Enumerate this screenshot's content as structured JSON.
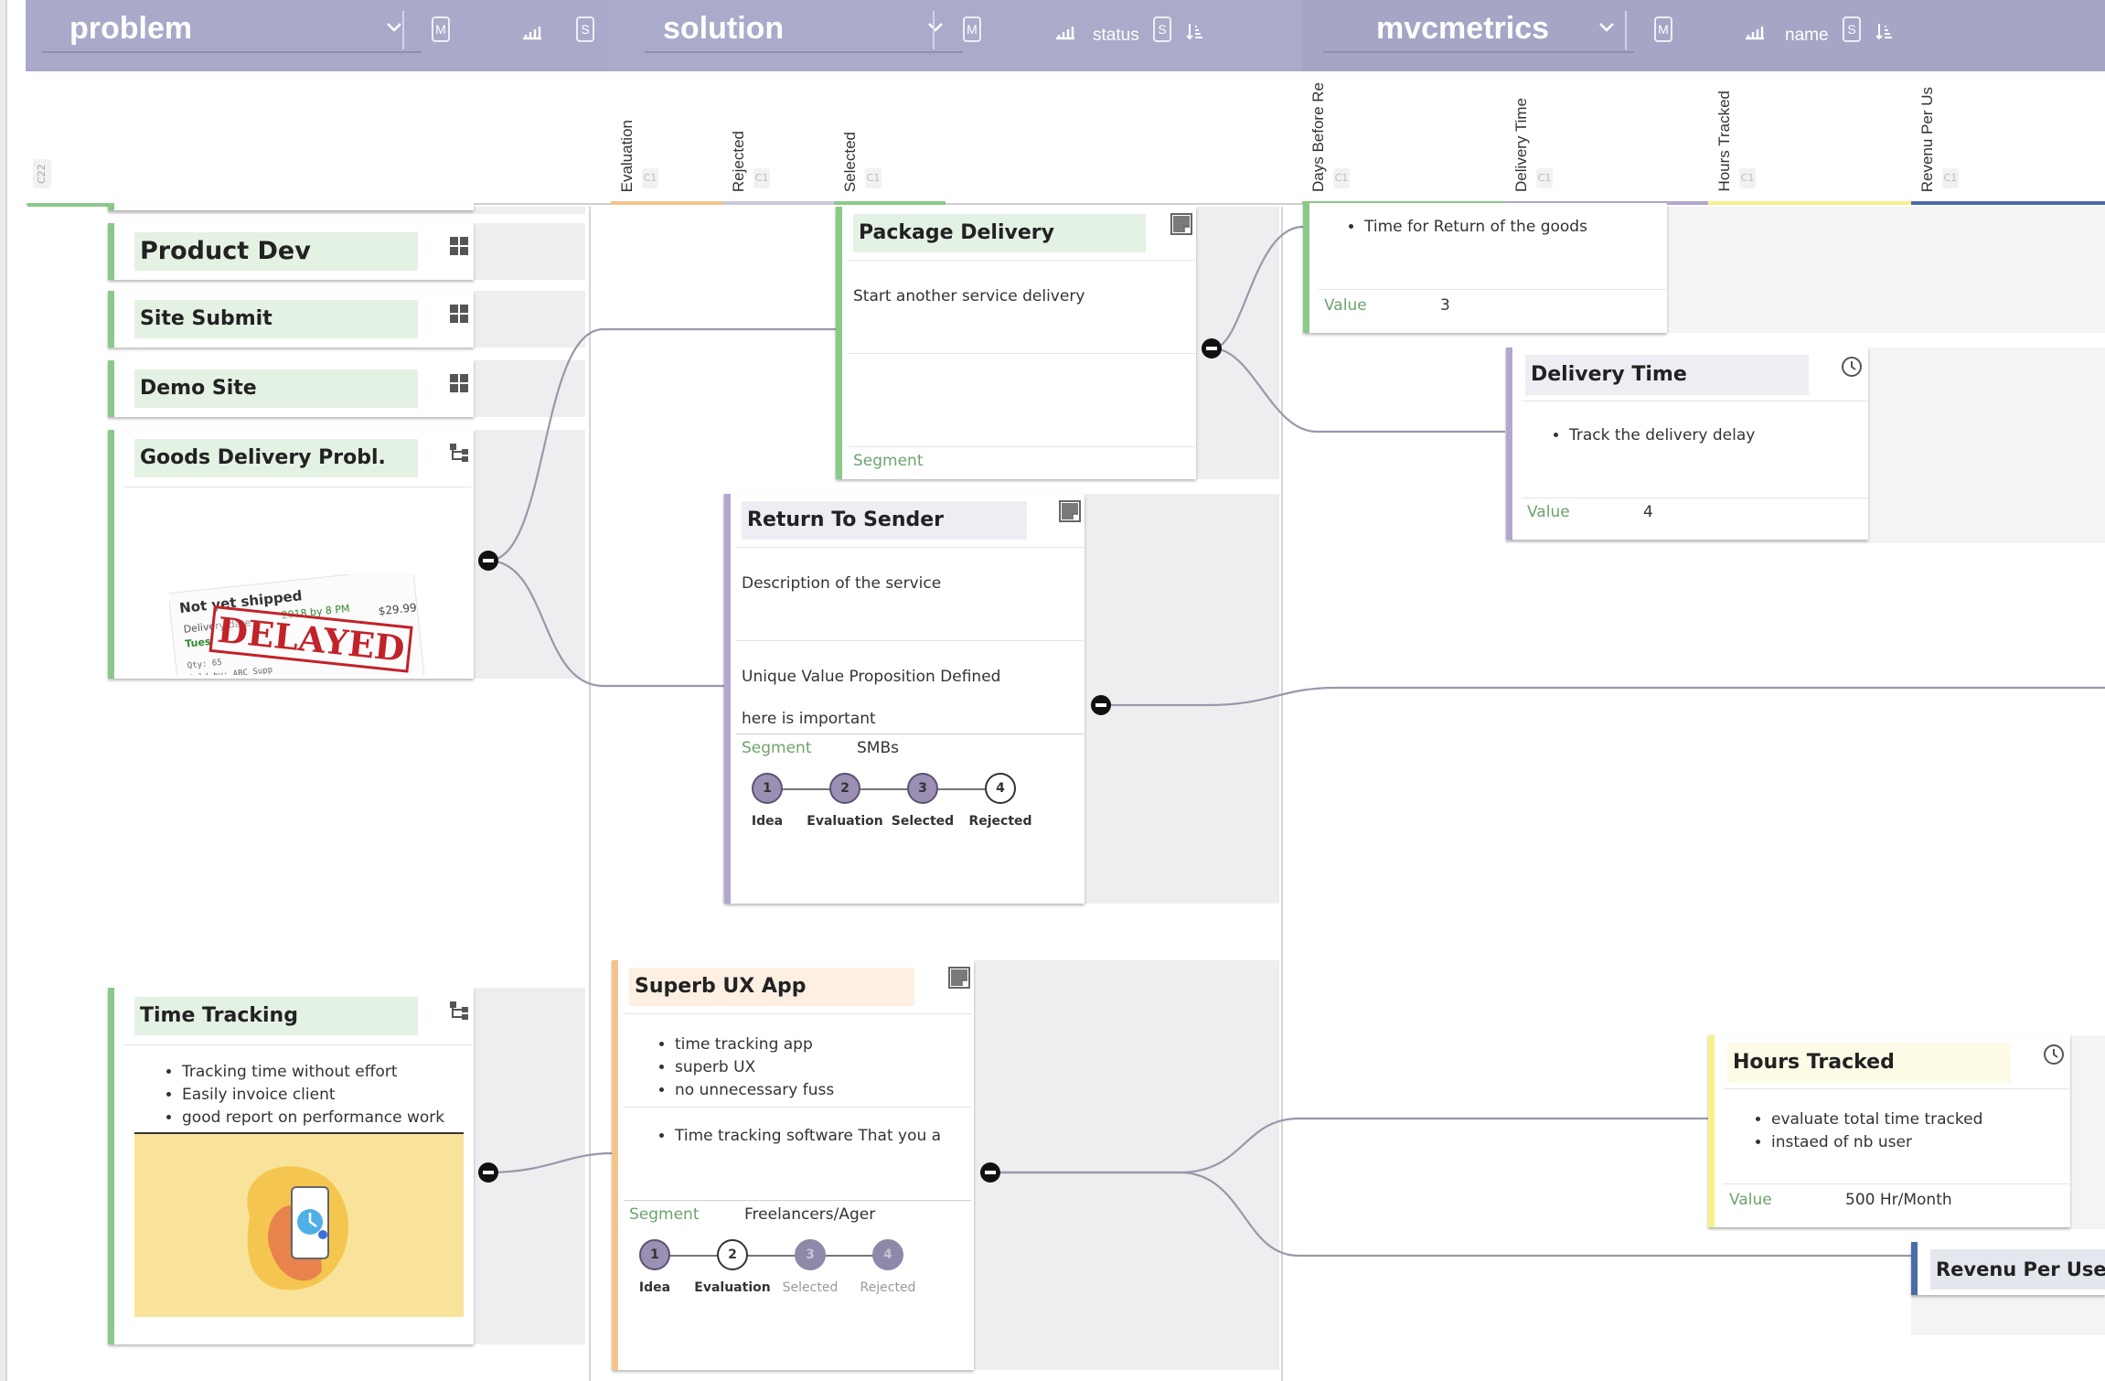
{
  "columns": [
    {
      "name": "problem",
      "buttons": [
        "M",
        "S"
      ]
    },
    {
      "name": "solution",
      "buttons": [
        "M",
        "S"
      ],
      "sort_label": "status"
    },
    {
      "name": "mvcmetrics",
      "buttons": [
        "M",
        "S"
      ],
      "sort_label": "name"
    }
  ],
  "problem_count": "C22",
  "status_columns": [
    {
      "label": "Evaluation",
      "count": "C1",
      "color": "#f5c38a"
    },
    {
      "label": "Rejected",
      "count": "C1",
      "color": "#d0d0d0"
    },
    {
      "label": "Selected",
      "count": "C1",
      "color": "#8ac98a"
    }
  ],
  "metric_columns": [
    {
      "label": "Days Before Re",
      "count": "C1",
      "color": "#8ac98a"
    },
    {
      "label": "Delivery Time",
      "count": "C1",
      "color": "#b3a6d1"
    },
    {
      "label": "Hours Tracked",
      "count": "C1",
      "color": "#f7f08a"
    },
    {
      "label": "Revenu Per Us",
      "count": "C1",
      "color": "#4b6ca8"
    }
  ],
  "problems": {
    "product_dev": "Product Dev",
    "site_submit": "Site Submit",
    "demo_site": "Demo Site",
    "goods_delivery": {
      "title": "Goods Delivery Probl.",
      "image": {
        "l1": "Not yet shipped",
        "l2": "Delivery date",
        "l3": "Tues",
        "l4": "2018 by 8 PM",
        "price": "$29.99",
        "stamp": "DELAYED",
        "qty": "Qty: 65",
        "sold": "Sold by: ABC Supp"
      }
    },
    "time_tracking": {
      "title": "Time Tracking",
      "bullets": [
        "Tracking time without effort",
        "Easily invoice client",
        "good report on performance work"
      ]
    }
  },
  "solutions": {
    "package_delivery": {
      "title": "Package Delivery",
      "desc": "Start another service delivery",
      "segment_label": "Segment"
    },
    "return_to_sender": {
      "title": "Return To Sender",
      "desc": "Description of the service",
      "uvp": "Unique Value Proposition Defined",
      "note": "here is important",
      "segment_label": "Segment",
      "segment": "SMBs",
      "steps": [
        {
          "n": "1",
          "label": "Idea"
        },
        {
          "n": "2",
          "label": "Evaluation"
        },
        {
          "n": "3",
          "label": "Selected"
        },
        {
          "n": "4",
          "label": "Rejected"
        }
      ]
    },
    "superb_ux": {
      "title": "Superb UX App",
      "bullets": [
        "time tracking app",
        "superb UX",
        "no unnecessary fuss"
      ],
      "bullet2": "Time tracking software That you a",
      "segment_label": "Segment",
      "segment": "Freelancers/Ager",
      "steps": [
        {
          "n": "1",
          "label": "Idea"
        },
        {
          "n": "2",
          "label": "Evaluation"
        },
        {
          "n": "3",
          "label": "Selected"
        },
        {
          "n": "4",
          "label": "Rejected"
        }
      ]
    }
  },
  "metrics": {
    "days_before_return": {
      "bullet": "Time for Return of the goods",
      "value_label": "Value",
      "value": "3"
    },
    "delivery_time": {
      "title": "Delivery Time",
      "bullet": "Track the delivery delay",
      "value_label": "Value",
      "value": "4"
    },
    "hours_tracked": {
      "title": "Hours Tracked",
      "bullets": [
        "evaluate total time tracked",
        "instaed of nb user"
      ],
      "value_label": "Value",
      "value": "500 Hr/Month"
    },
    "revenue_per_user": {
      "title": "Revenu Per User"
    }
  },
  "colors": {
    "header": "#a9a9ca",
    "green": "#8ac98a",
    "purple": "#b3a6d1",
    "orange": "#f5c38a",
    "yellow": "#f7f08a",
    "blue": "#4b6ca8"
  },
  "icons": [
    "chevron-down-icon",
    "bar-chart-icon",
    "sort-icon",
    "grid-icon",
    "tree-icon",
    "note-icon",
    "clock-icon",
    "collapse-knob-icon"
  ]
}
